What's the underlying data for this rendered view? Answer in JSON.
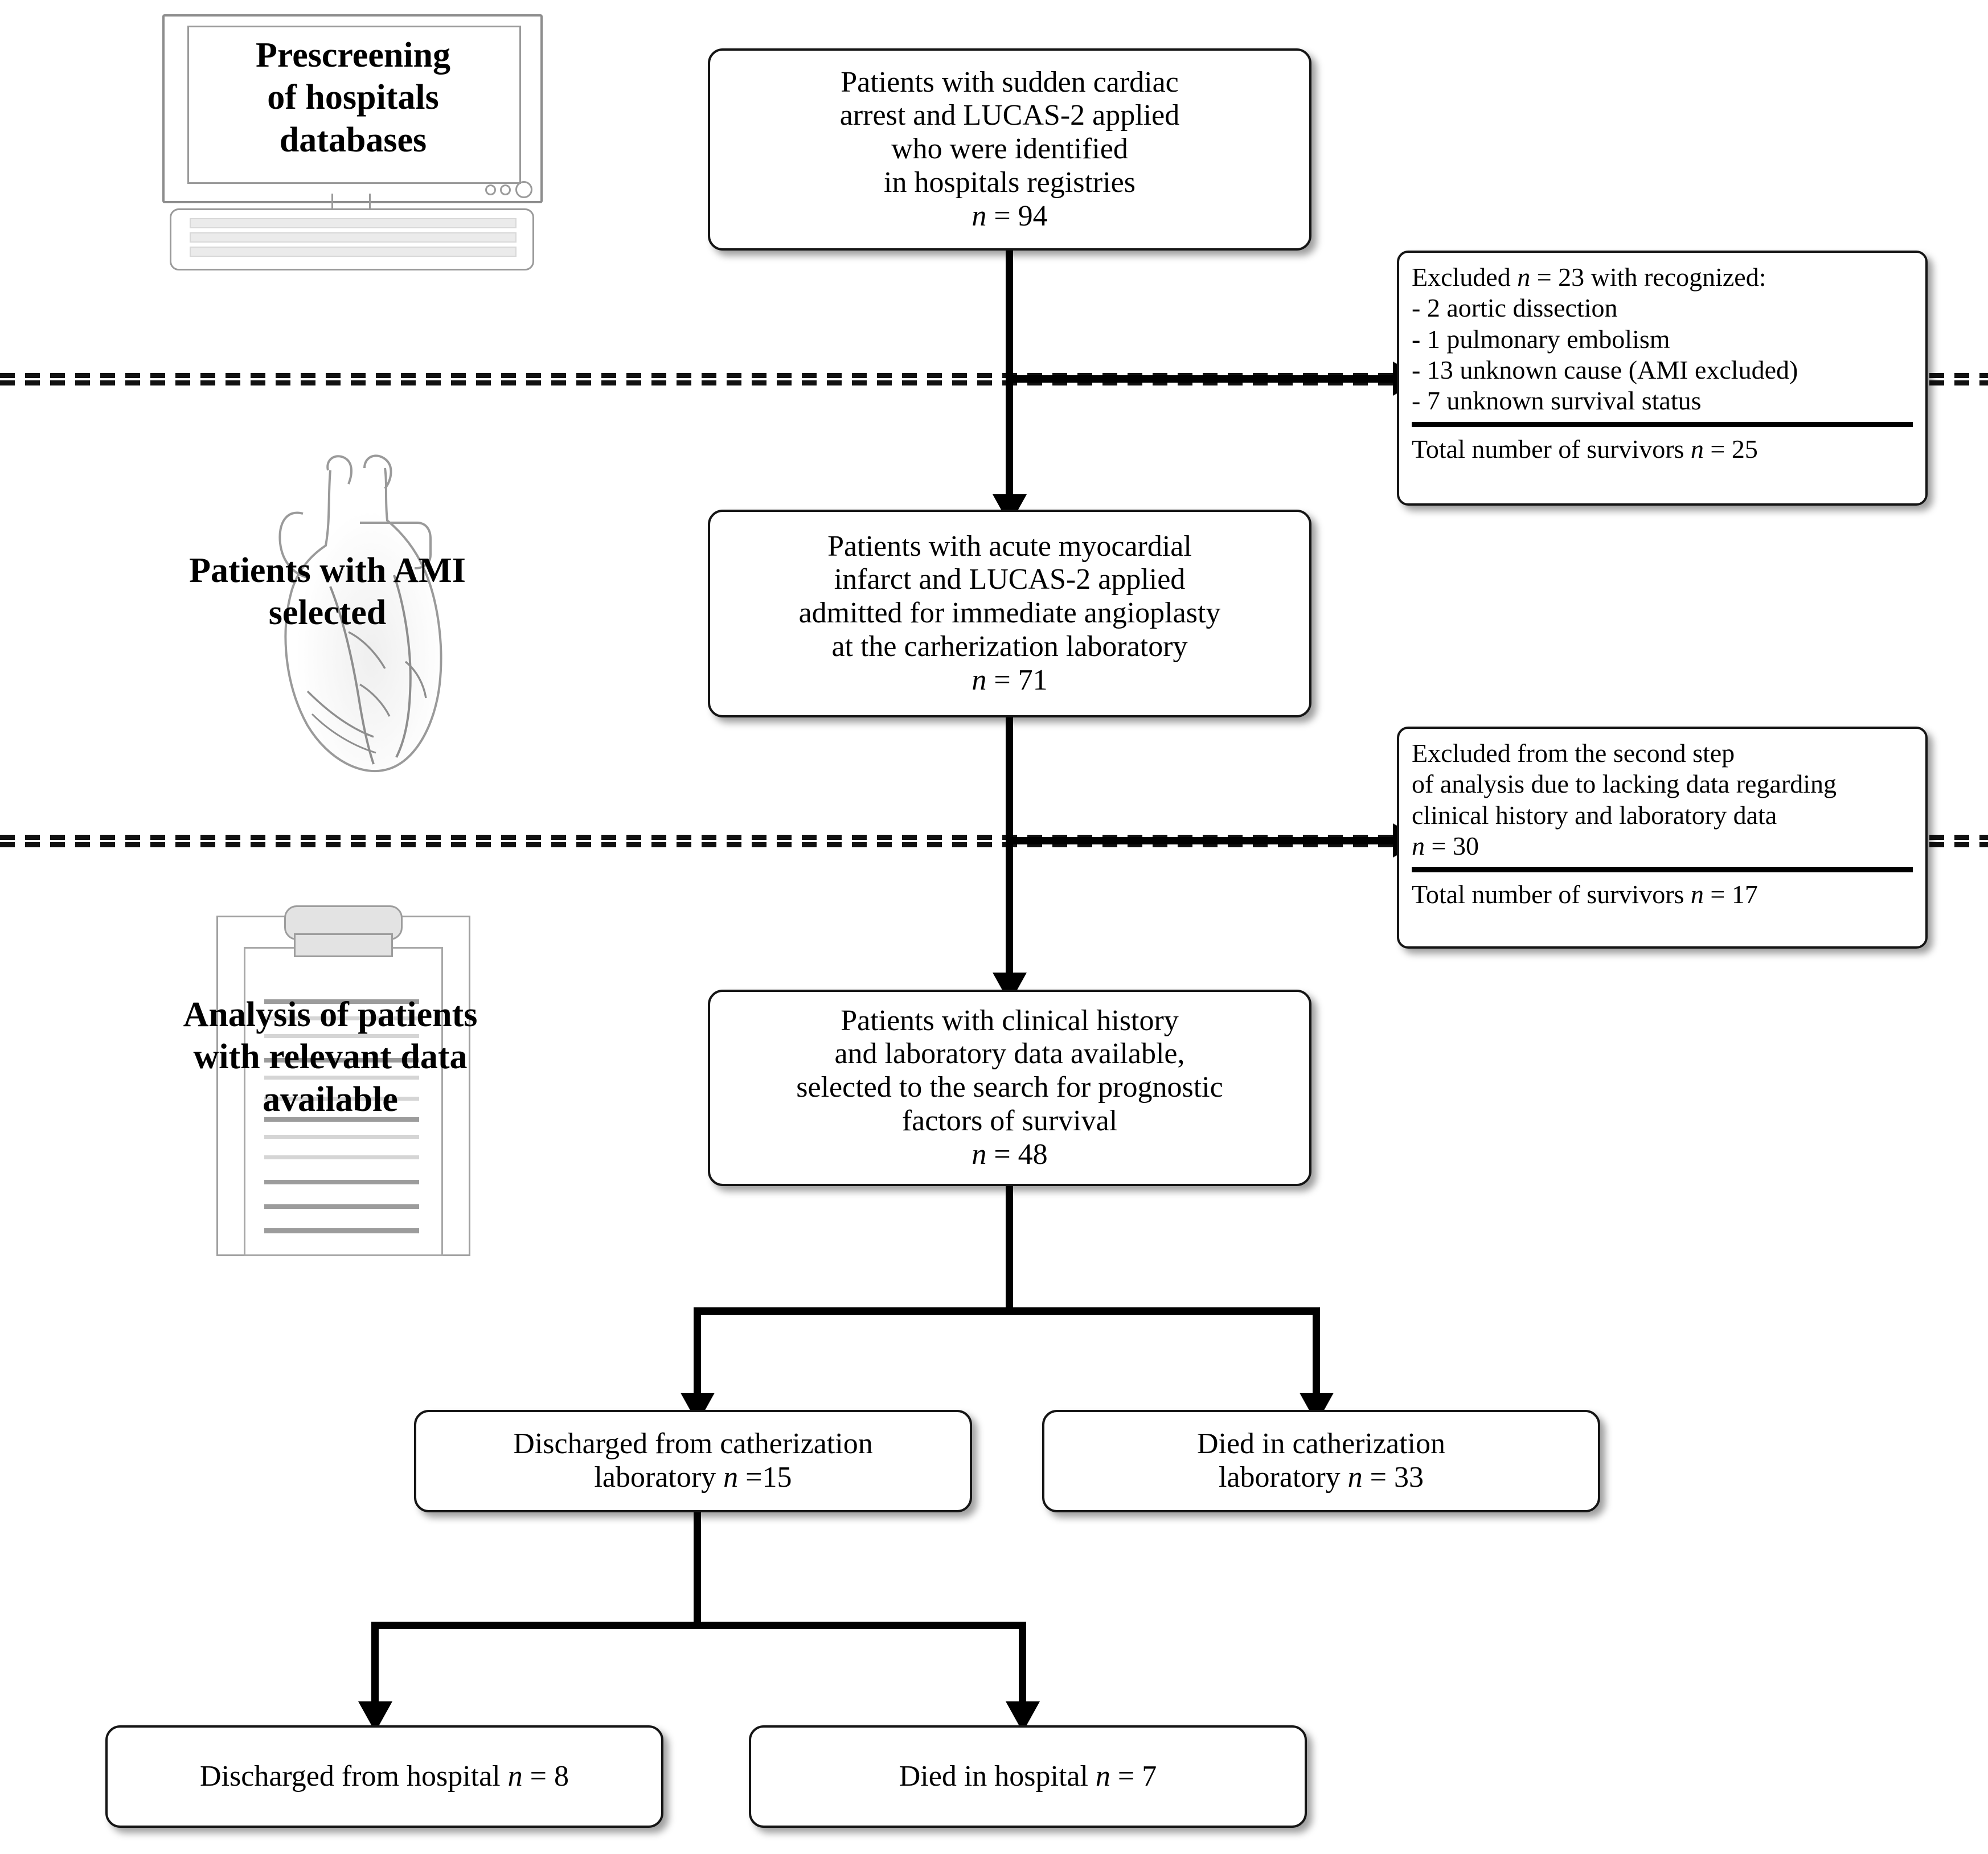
{
  "figure": {
    "type": "flowchart",
    "title": "Patient selection flow diagram",
    "accent_color": "#000000",
    "background": "#ffffff"
  },
  "stages": [
    {
      "id": "prescreening",
      "icon": "computer-monitor-icon",
      "caption_lines": [
        "Prescreening",
        "of hospitals",
        "databases"
      ]
    },
    {
      "id": "ami-selection",
      "icon": "heart-icon",
      "caption_lines": [
        "Patients with AMI",
        "selected"
      ]
    },
    {
      "id": "analysis",
      "icon": "clipboard-icon",
      "caption_lines": [
        "Analysis of patients",
        "with relevant data",
        "available"
      ]
    }
  ],
  "nodes": {
    "n1": {
      "name": "sudden-cardiac-arrest-cohort",
      "lines": [
        "Patients with sudden cardiac",
        "arrest and LUCAS-2 applied",
        "who were identified",
        "in hospitals registries"
      ],
      "n_label": "n",
      "n_eq": " = ",
      "n_value": "94"
    },
    "n2": {
      "name": "ami-cohort",
      "lines": [
        "Patients with acute myocardial",
        "infarct and LUCAS-2 applied",
        "admitted for immediate angioplasty",
        "at the carherization laboratory"
      ],
      "n_label": "n",
      "n_eq": " = ",
      "n_value": "71"
    },
    "n3": {
      "name": "analysis-cohort",
      "lines": [
        "Patients with clinical history",
        "and laboratory data available,",
        "selected to the search for prognostic",
        "factors of survival"
      ],
      "n_label": "n",
      "n_eq": " = ",
      "n_value": "48"
    },
    "n4": {
      "name": "discharged-from-cath-lab",
      "lines": [
        "Discharged from catherization"
      ],
      "tail_prefix": "laboratory ",
      "n_label": "n",
      "n_eq": " =",
      "n_value": "15"
    },
    "n5": {
      "name": "died-in-cath-lab",
      "lines": [
        "Died in catherization"
      ],
      "tail_prefix": "laboratory ",
      "n_label": "n",
      "n_eq": " = ",
      "n_value": "33"
    },
    "n6": {
      "name": "discharged-from-hospital",
      "tail_prefix": "Discharged from hospital ",
      "n_label": "n",
      "n_eq": " = ",
      "n_value": "8"
    },
    "n7": {
      "name": "died-in-hospital",
      "tail_prefix": "Died in hospital ",
      "n_label": "n",
      "n_eq": " = ",
      "n_value": "7"
    }
  },
  "exclusions": {
    "e1": {
      "name": "exclusion-step-1",
      "header_prefix": "Excluded ",
      "header_n": "n",
      "header_eq": " = ",
      "header_value": "23",
      "header_suffix": " with recognized:",
      "items": [
        "- 2 aortic dissection",
        "- 1 pulmonary embolism",
        "- 13 unknown cause (AMI excluded)",
        "- 7 unknown survival status"
      ],
      "total_prefix": "Total number of survivors ",
      "total_n": "n",
      "total_eq": " = ",
      "total_value": "25"
    },
    "e2": {
      "name": "exclusion-step-2",
      "items": [
        "Excluded from the second step",
        "of analysis due to lacking data regarding",
        "clinical history and laboratory data"
      ],
      "count_n": "n",
      "count_eq": " = ",
      "count_value": "30",
      "total_prefix": "Total number of survivors ",
      "total_n": "n",
      "total_eq": " = ",
      "total_value": "17"
    }
  },
  "chart_data": {
    "type": "flow",
    "title": "Patient selection flow diagram",
    "stages": [
      "Prescreening of hospitals databases",
      "Patients with AMI selected",
      "Analysis of patients with relevant data available"
    ],
    "nodes": [
      {
        "id": "n1",
        "label": "Patients with sudden cardiac arrest and LUCAS-2 applied who were identified in hospitals registries",
        "n": 94
      },
      {
        "id": "n2",
        "label": "Patients with acute myocardial infarct and LUCAS-2 applied admitted for immediate angioplasty at the carherization laboratory",
        "n": 71
      },
      {
        "id": "n3",
        "label": "Patients with clinical history and laboratory data available, selected to the search for prognostic factors of survival",
        "n": 48
      },
      {
        "id": "n4",
        "label": "Discharged from catherization laboratory",
        "n": 15
      },
      {
        "id": "n5",
        "label": "Died in catherization laboratory",
        "n": 33
      },
      {
        "id": "n6",
        "label": "Discharged from hospital",
        "n": 8
      },
      {
        "id": "n7",
        "label": "Died in hospital",
        "n": 7
      },
      {
        "id": "e1",
        "label": "Excluded with recognized: 2 aortic dissection, 1 pulmonary embolism, 13 unknown cause (AMI excluded), 7 unknown survival status",
        "n": 23,
        "survivors": 25
      },
      {
        "id": "e2",
        "label": "Excluded from the second step of analysis due to lacking data regarding clinical history and laboratory data",
        "n": 30,
        "survivors": 17
      }
    ],
    "edges": [
      {
        "from": "n1",
        "to": "e1"
      },
      {
        "from": "n1",
        "to": "n2"
      },
      {
        "from": "n2",
        "to": "e2"
      },
      {
        "from": "n2",
        "to": "n3"
      },
      {
        "from": "n3",
        "to": "n4"
      },
      {
        "from": "n3",
        "to": "n5"
      },
      {
        "from": "n4",
        "to": "n6"
      },
      {
        "from": "n4",
        "to": "n7"
      }
    ]
  }
}
